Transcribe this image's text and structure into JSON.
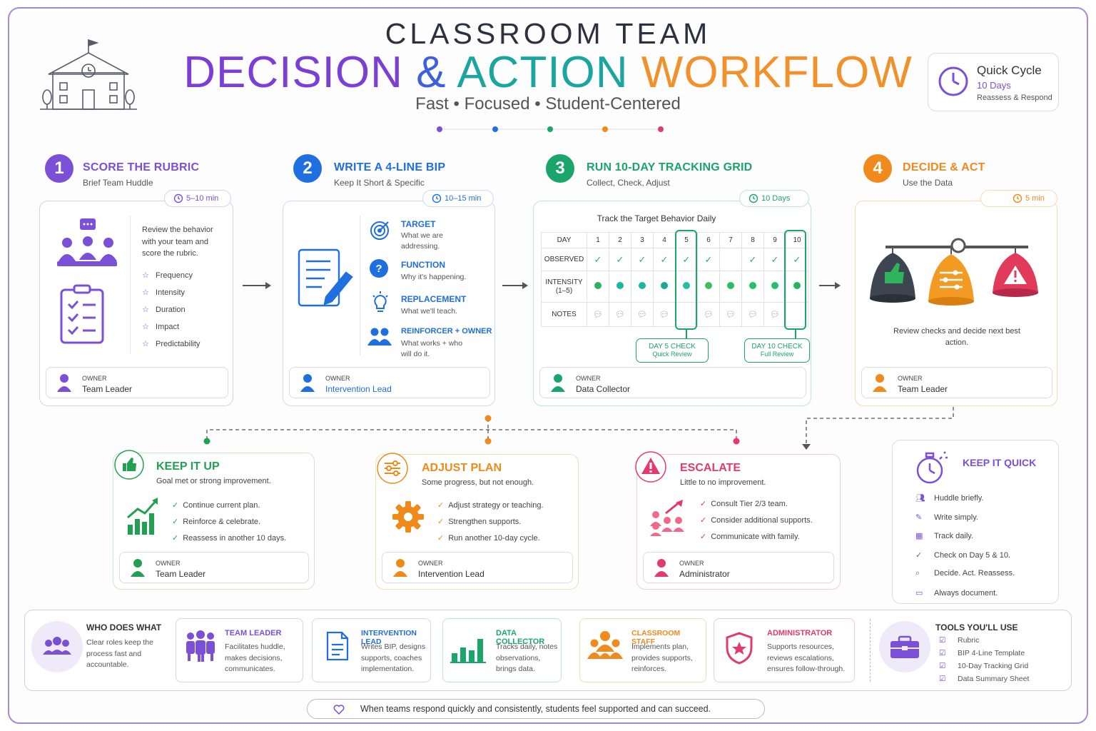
{
  "title": {
    "line1": "CLASSROOM TEAM",
    "line2a": "DECISION",
    "line2b": "&",
    "line2c": "ACTION",
    "line2d": "WORKFLOW",
    "tagline": "Fast  •  Focused  •  Student-Centered"
  },
  "cycle": {
    "title": "Quick Cycle",
    "days": "10 Days",
    "sub": "Reassess & Respond"
  },
  "steps": [
    {
      "num": "1",
      "title": "SCORE THE RUBRIC",
      "sub": "Brief Team Huddle",
      "time": "5–10 min",
      "desc": "Review the behavior with your team and score the rubric.",
      "items": [
        "Frequency",
        "Intensity",
        "Duration",
        "Impact",
        "Predictability"
      ],
      "owner_label": "OWNER",
      "owner": "Team Leader",
      "color": "#7b4fd6"
    },
    {
      "num": "2",
      "title": "WRITE A 4-LINE BIP",
      "sub": "Keep It Short & Specific",
      "time": "10–15 min",
      "items": [
        {
          "h": "TARGET",
          "d": "What we are addressing."
        },
        {
          "h": "FUNCTION",
          "d": "Why it's happening."
        },
        {
          "h": "REPLACEMENT",
          "d": "What we'll teach."
        },
        {
          "h": "REINFORCER + OWNER",
          "d": "What works + who will do it."
        }
      ],
      "owner_label": "OWNER",
      "owner": "Intervention  Lead",
      "color": "#1f6fe0"
    },
    {
      "num": "3",
      "title": "RUN 10-DAY TRACKING GRID",
      "sub": "Collect, Check, Adjust",
      "time": "10 Days",
      "grid_title": "Track the Target Behavior Daily",
      "row_day": "DAY",
      "row_obs": "OBSERVED",
      "row_int": "INTENSITY (1–5)",
      "row_notes": "NOTES",
      "days": [
        "1",
        "2",
        "3",
        "4",
        "5",
        "6",
        "7",
        "8",
        "9",
        "10"
      ],
      "observed": [
        1,
        1,
        1,
        1,
        1,
        1,
        0,
        1,
        1,
        1
      ],
      "check5": "DAY 5 CHECK",
      "check5s": "Quick Review",
      "check10": "DAY 10 CHECK",
      "check10s": "Full Review",
      "owner_label": "OWNER",
      "owner": "Data Collector",
      "color": "#1aa66a"
    },
    {
      "num": "4",
      "title": "DECIDE & ACT",
      "sub": "Use the Data",
      "time": "5 min",
      "desc": "Review checks and decide next best action.",
      "owner_label": "OWNER",
      "owner": "Team Leader",
      "color": "#f08a1c"
    }
  ],
  "outcomes": [
    {
      "title": "KEEP IT UP",
      "sub": "Goal met or strong improvement.",
      "items": [
        "Continue current plan.",
        "Reinforce & celebrate.",
        "Reassess in another 10 days."
      ],
      "owner_label": "OWNER",
      "owner": "Team Leader",
      "color": "#22a052"
    },
    {
      "title": "ADJUST PLAN",
      "sub": "Some progress, but not enough.",
      "items": [
        "Adjust strategy or teaching.",
        "Strengthen supports.",
        "Run another 10-day cycle."
      ],
      "owner_label": "OWNER",
      "owner": "Intervention  Lead",
      "color": "#ef8a1a"
    },
    {
      "title": "ESCALATE",
      "sub": "Little to no improvement.",
      "items": [
        "Consult Tier 2/3 team.",
        "Consider additional supports.",
        "Communicate with family."
      ],
      "owner_label": "OWNER",
      "owner": "Administrator",
      "color": "#e23a6a"
    }
  ],
  "quick": {
    "title": "KEEP IT QUICK",
    "items": [
      "Huddle briefly.",
      "Write simply.",
      "Track daily.",
      "Check on Day 5 & 10.",
      "Decide. Act. Reassess.",
      "Always document."
    ]
  },
  "roles": {
    "title": "WHO DOES WHAT",
    "desc": "Clear roles keep the process fast and accountable.",
    "list": [
      {
        "h": "TEAM LEADER",
        "d": "Facilitates huddle, makes decisions, communicates.",
        "color": "#7b4fd6"
      },
      {
        "h": "INTERVENTION LEAD",
        "d": "Writes BIP, designs supports, coaches implementation.",
        "color": "#1f6fe0"
      },
      {
        "h": "DATA COLLECTOR",
        "d": "Tracks daily, notes observations, brings data.",
        "color": "#1aa66a"
      },
      {
        "h": "CLASSROOM STAFF",
        "d": "Implements plan, provides supports, reinforces.",
        "color": "#f08a1c"
      },
      {
        "h": "ADMINISTRATOR",
        "d": "Supports resources, reviews escalations, ensures follow-through.",
        "color": "#e23a6a"
      }
    ]
  },
  "tools": {
    "title": "TOOLS YOU'LL USE",
    "items": [
      "Rubric",
      "BIP 4-Line Template",
      "10-Day Tracking Grid",
      "Data Summary Sheet"
    ]
  },
  "footer": "When teams respond quickly and consistently, students feel supported and can succeed."
}
